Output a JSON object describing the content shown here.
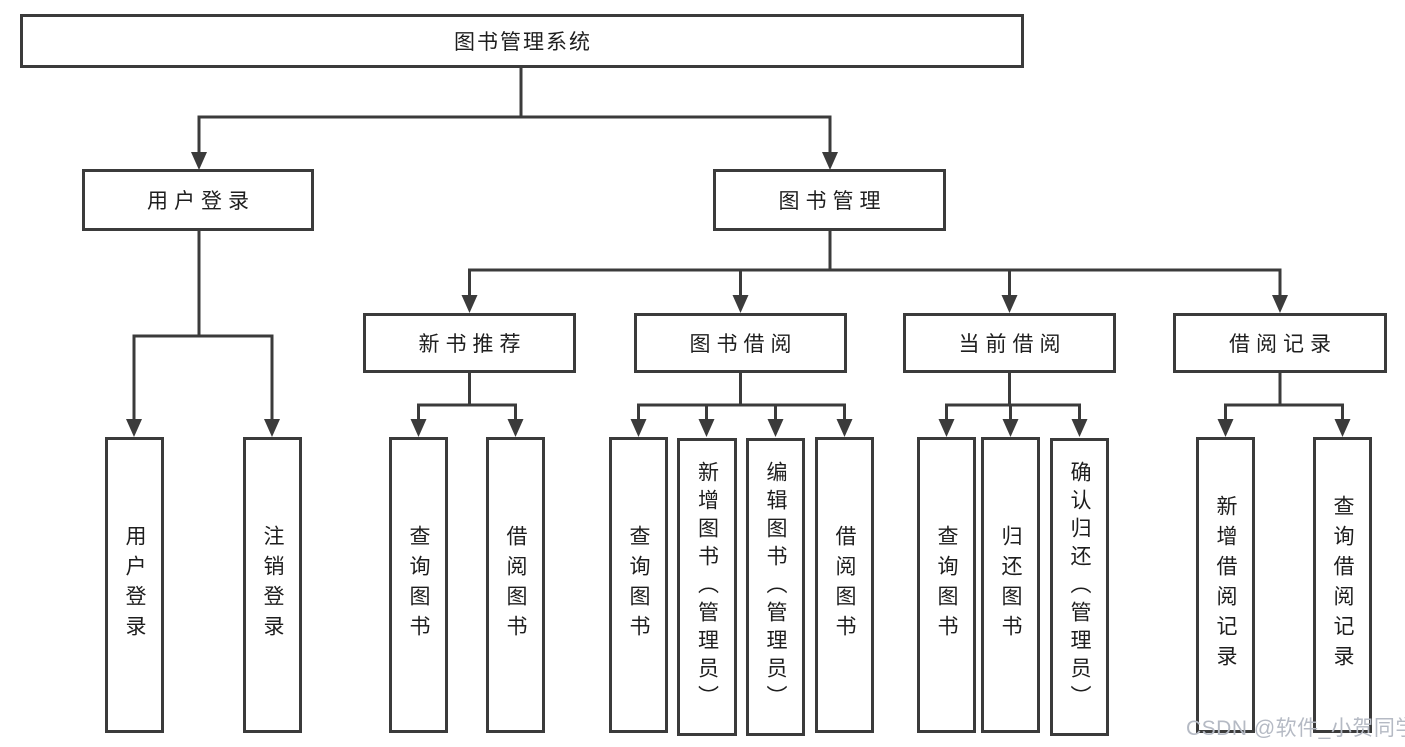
{
  "tree": {
    "root": {
      "label": "图书管理系统"
    },
    "branches": [
      {
        "label": "用户登录",
        "leaves": [
          "用户登录",
          "注销登录"
        ]
      },
      {
        "label": "图书管理",
        "groups": [
          {
            "label": "新书推荐",
            "leaves": [
              "查询图书",
              "借阅图书"
            ]
          },
          {
            "label": "图书借阅",
            "leaves": [
              "查询图书",
              "新增图书（管理员）",
              "编辑图书（管理员）",
              "借阅图书"
            ]
          },
          {
            "label": "当前借阅",
            "leaves": [
              "查询图书",
              "归还图书",
              "确认归还（管理员）"
            ]
          },
          {
            "label": "借阅记录",
            "leaves": [
              "新增借阅记录",
              "查询借阅记录"
            ]
          }
        ]
      }
    ]
  },
  "watermark": {
    "text": "CSDN @软件_小贺同学"
  },
  "colors": {
    "line": "#3b3b3b",
    "text": "#1e1e1e",
    "watermark": "#b5bac4",
    "background": "#ffffff"
  }
}
